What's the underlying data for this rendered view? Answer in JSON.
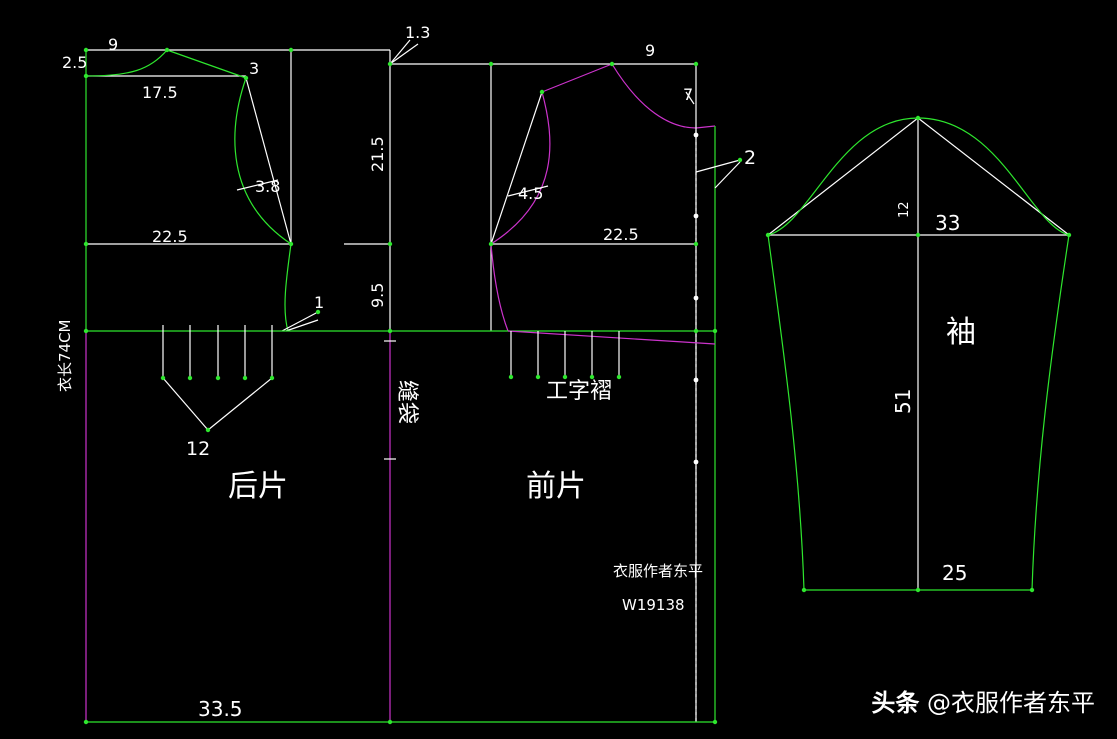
{
  "dimensions": {
    "back_neck_width": "9",
    "back_neck_depth": "2.5",
    "back_shoulder_drop": "3",
    "back_shoulder_width": "17.5",
    "back_armhole_depth": "3.8",
    "back_chest": "22.5",
    "side_drop": "1",
    "shoulder_rise": "1.3",
    "armhole_height": "21.5",
    "waist_line": "9.5",
    "front_neck_width": "9",
    "front_neck_depth": "7",
    "front_placket": "2",
    "front_armhole_depth": "4.5",
    "front_chest": "22.5",
    "back_pleat": "12",
    "hem_width": "33.5",
    "sleeve_cap_height": "12",
    "sleeve_width": "33",
    "sleeve_length": "51",
    "sleeve_cuff": "25"
  },
  "labels": {
    "body_length": "衣长74CM",
    "back_piece": "后片",
    "front_piece": "前片",
    "pocket": "缝袋",
    "front_pleat": "工字褶",
    "sleeve": "袖",
    "author": "衣服作者东平",
    "code": "W19138"
  },
  "watermark": {
    "brand": "头条",
    "handle": "@衣服作者东平"
  },
  "colors": {
    "background": "#000000",
    "white_line": "#ffffff",
    "green_line": "#2ee62e",
    "magenta_line": "#cc33cc",
    "dimension_text": "#ffffff"
  }
}
